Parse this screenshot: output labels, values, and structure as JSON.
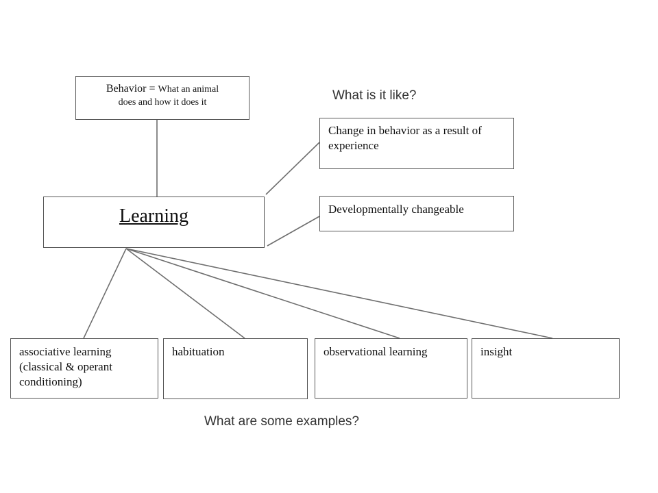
{
  "questions": {
    "like": "What is it like?",
    "examples": "What are some examples?"
  },
  "boxes": {
    "behavior": {
      "term": "Behavior = ",
      "definition_line1": "What an animal",
      "definition_line2": "does and how it does it"
    },
    "learning": {
      "title": "Learning"
    },
    "characteristics": [
      "Change in behavior as a result of experience",
      "Developmentally changeable"
    ],
    "examples": [
      "associative learning (classical & operant conditioning)",
      "habituation",
      "observational learning",
      "insight"
    ]
  },
  "colors": {
    "line": "#6e6e6e",
    "border": "#555555",
    "background": "#ffffff"
  }
}
